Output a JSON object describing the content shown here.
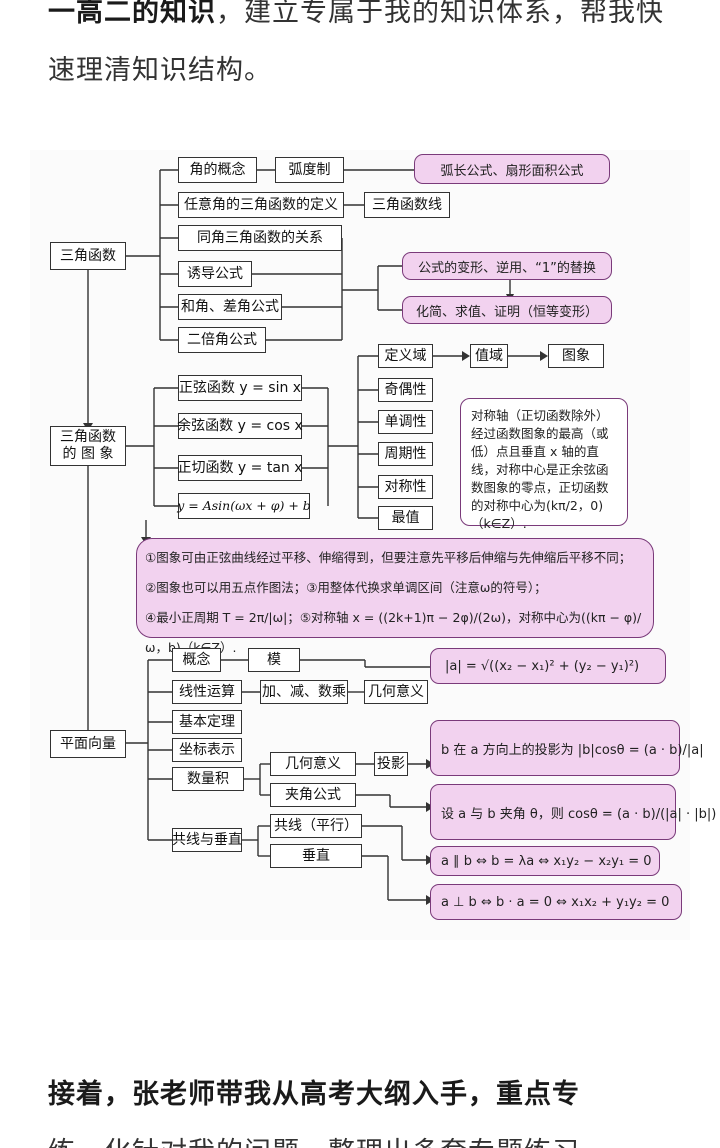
{
  "article": {
    "top_text_bold": "一高二的知识",
    "top_text_rest": "，建立专属于我的知识体系，帮我快速理清知识结构。",
    "bottom_text": "接着，张老师带我从高考大纲入手，重点专",
    "bottom_text_cut": "练，化针对我的问题，整理出多套专题练习"
  },
  "mindmap": {
    "roots": {
      "trig": "三角函数",
      "graph_line1": "三角函数",
      "graph_line2": "的 图 象",
      "vector": "平面向量"
    },
    "trig_items": {
      "angle_concept": "角的概念",
      "radian": "弧度制",
      "arc_formula": "弧长公式、扇形面积公式",
      "any_angle_def": "任意角的三角函数的定义",
      "trig_line": "三角函数线",
      "same_angle": "同角三角函数的关系",
      "induction": "诱导公式",
      "sum_diff": "和角、差角公式",
      "double_angle": "二倍角公式",
      "transform": "公式的变形、逆用、“1”的替换",
      "simplify": "化简、求值、证明（恒等变形）"
    },
    "graph_items": {
      "sine": "正弦函数 y = sin x",
      "cosine": "余弦函数 y = cos x",
      "tangent": "正切函数 y = tan x",
      "general": "y = Asin(ωx + φ) + b",
      "domain": "定义域",
      "range": "值域",
      "graph": "图象",
      "parity": "奇偶性",
      "monotonic": "单调性",
      "period": "周期性",
      "symmetry": "对称性",
      "extremum": "最值",
      "symmetry_note": "对称轴（正切函数除外）经过函数图象的最高（或低）点且垂直 x 轴的直线，对称中心是正余弦函数图象的零点，正切函数的对称中心为(kπ/2，0)（k∈Z）.",
      "note_1": "①图象可由正弦曲线经过平移、伸缩得到，但要注意先平移后伸缩与先伸缩后平移不同；",
      "note_2": "②图象也可以用五点作图法；③用整体代换求单调区间（注意ω的符号）；",
      "note_3": "④最小正周期 T = 2π/|ω|；⑤对称轴 x = ((2k+1)π − 2φ)/(2ω)，对称中心为((kπ − φ)/ω，b)（k∈Z）."
    },
    "vector_items": {
      "concept": "概念",
      "modulus": "模",
      "modulus_formula": "|a| = √((x₂ − x₁)² + (y₂ − y₁)²)",
      "linear_ops": "线性运算",
      "add_sub_mul": "加、减、数乘",
      "geo_meaning_1": "几何意义",
      "basic_theorem": "基本定理",
      "coordinate": "坐标表示",
      "dot_product": "数量积",
      "geo_meaning_2": "几何意义",
      "projection": "投影",
      "projection_formula": "b 在 a 方向上的投影为 |b|cosθ = (a · b)/|a|",
      "angle_formula_label": "夹角公式",
      "angle_formula": "设 a 与 b 夹角 θ，则 cosθ = (a · b)/(|a| · |b|)",
      "collinear_perp": "共线与垂直",
      "collinear": "共线（平行）",
      "perpendicular": "垂直",
      "parallel_formula": "a ∥ b ⇔ b = λa ⇔ x₁y₂ − x₂y₁ = 0",
      "perp_formula": "a ⊥ b ⇔ b · a = 0 ⇔ x₁x₂ + y₁y₂ = 0"
    }
  },
  "colors": {
    "pink_fill": "#f2d2ef",
    "pink_border": "#7a3a7a",
    "line": "#333333"
  }
}
